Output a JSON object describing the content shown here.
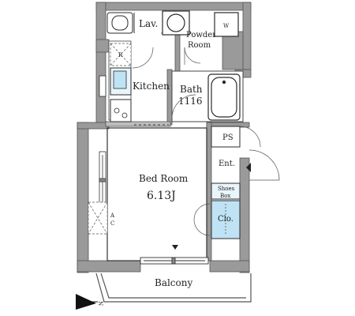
{
  "rooms": {
    "lav": "Lav.",
    "w": "W",
    "powder_1": "Powder",
    "powder_2": "Room",
    "r": "R",
    "kitchen": "Kitchen",
    "bath": "Bath",
    "bath_size": "1116",
    "ps": "PS",
    "bedroom": "Bed Room",
    "bedroom_size": "6.13J",
    "ent": "Ent.",
    "shoes_1": "Shoes",
    "shoes_2": "Box",
    "clo": "Clo.",
    "ac_a": "A",
    "ac_c": "C",
    "balcony": "Balcony"
  },
  "compass": {
    "north": "N"
  },
  "colors": {
    "wall": "#9a9a9a",
    "wall_edge": "#555555",
    "fixture": "#2b2b2b",
    "water": "#bfe3f5",
    "wet_floor": "#e9f5fb"
  }
}
